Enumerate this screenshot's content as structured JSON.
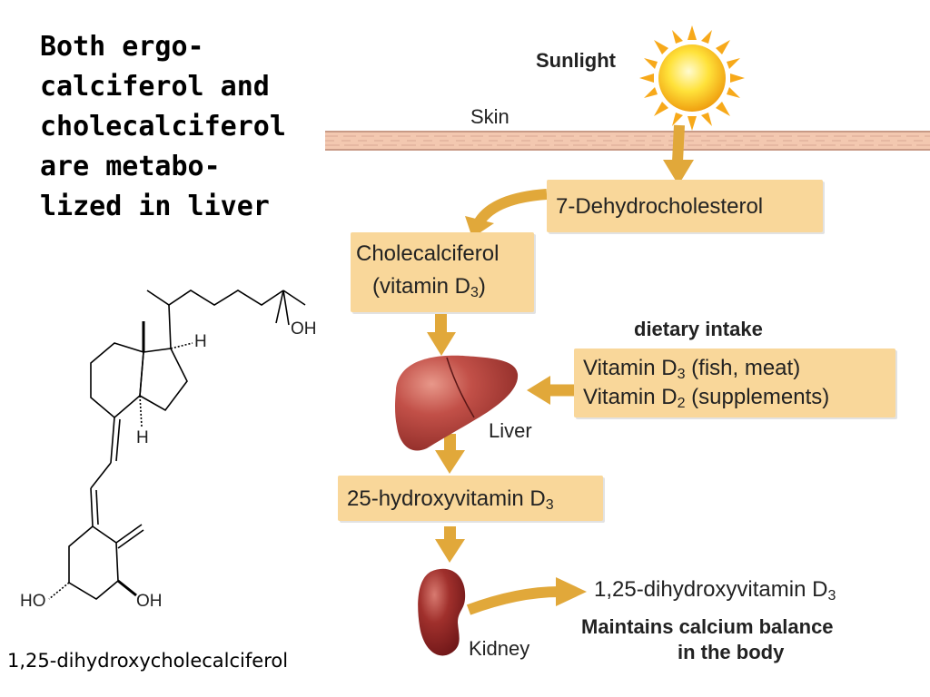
{
  "title_lines": [
    "Both ergo-",
    "calciferol and",
    "cholecalciferol",
    "are metabo-",
    "lized in liver"
  ],
  "sunlight": "Sunlight",
  "skin": "Skin",
  "dehydro": "7-Dehydrocholesterol",
  "chole_line1": "Cholecalciferol",
  "chole_line2_prefix": "(vitamin D",
  "chole_sub": "3",
  "chole_line2_suffix": ")",
  "dietary_title": "dietary intake",
  "diet_line1_prefix": "Vitamin D",
  "diet_line1_sub": "3",
  "diet_line1_suffix": " (fish, meat)",
  "diet_line2_prefix": "Vitamin D",
  "diet_line2_sub": "2",
  "diet_line2_suffix": " (supplements)",
  "liver": "Liver",
  "hydroxy_prefix": "25-hydroxyvitamin D",
  "hydroxy_sub": "3",
  "kidney": "Kidney",
  "dihydroxy_prefix": "1,25-dihydroxyvitamin D",
  "dihydroxy_sub": "3",
  "maintains_line1": "Maintains calcium balance",
  "maintains_line2": "in the body",
  "struct_labels": {
    "oh_top": "OH",
    "h1": "H",
    "h2": "H",
    "ho": "HO",
    "oh_bottom": "OH"
  },
  "caption": "1,25-dihydroxycholecalciferol",
  "colors": {
    "arrow": "#e1a83a",
    "box": "#f9d79a",
    "skin": "#f3c8b0",
    "liver": "#b4423c",
    "kidney": "#8e1f22",
    "sun": "#ffd21a"
  }
}
